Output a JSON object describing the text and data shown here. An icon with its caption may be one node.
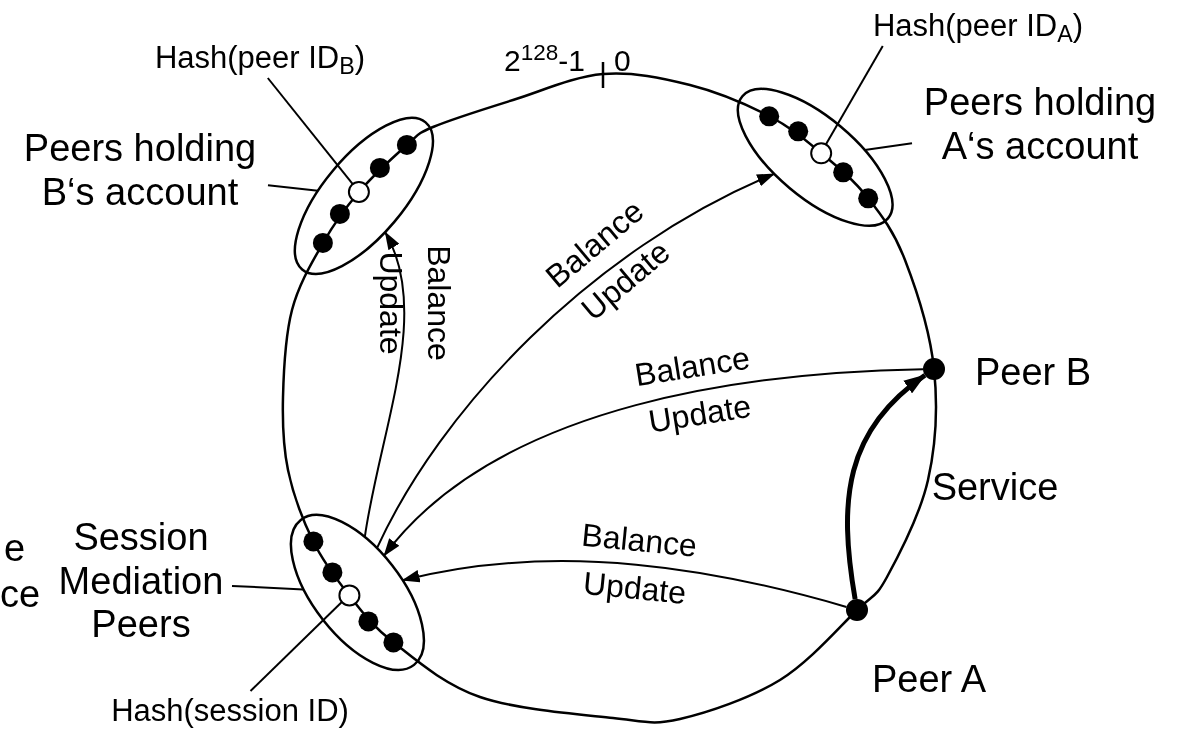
{
  "diagram": {
    "nodes": [
      {
        "text": [
          "Hash(peer ID$_{B}$)"
        ]
      },
      {
        "text": [
          "Hash(peer ID$_{A}$)"
        ]
      },
      {
        "text": [
          "Peers holding B‘s account"
        ]
      },
      {
        "text": [],
        "shape": "ellipse"
      },
      {
        "text": [],
        "shape": "circle",
        "in": 3
      },
      {
        "text": [],
        "shape": "ellipse"
      },
      {
        "text": [],
        "shape": "circle",
        "in": 5
      },
      {
        "text": [
          "Peers holding A‘s account"
        ]
      },
      {
        "text": [],
        "shape": "dot",
        "beside": [
          "Peer B"
        ]
      },
      {
        "text": [
          "Session Mediation Peers"
        ]
      },
      {
        "text": [],
        "shape": "ellipse"
      },
      {
        "text": [],
        "shape": "circle",
        "in": 10
      },
      {
        "text": [],
        "shape": "dot",
        "beside": [
          "Peer A"
        ]
      },
      {
        "text": [
          "Hash(session ID)"
        ]
      }
    ],
    "edges": [
      {
        "from": 0,
        "to": 4,
        "arrow": "none"
      },
      {
        "from": 1,
        "to": 6,
        "arrow": "none"
      },
      {
        "from": 2,
        "to": 3,
        "arrow": "none"
      },
      {
        "from": 7,
        "to": 5,
        "arrow": "none"
      },
      {
        "from": 9,
        "to": 10,
        "arrow": "none"
      },
      {
        "from": 13,
        "to": 11,
        "arrow": "none"
      },
      {
        "from": 10,
        "to": 3,
        "arrow": "to",
        "label": "Balance Update"
      },
      {
        "from": 10,
        "to": 5,
        "arrow": "to",
        "label": "Balance Update"
      },
      {
        "from": 8,
        "to": 10,
        "arrow": "to",
        "label": "Balance Update"
      },
      {
        "from": 12,
        "to": 10,
        "arrow": "to",
        "label": "Balance Update"
      },
      {
        "from": 12,
        "to": 8,
        "arrow": "to",
        "label": "Service",
        "style": "thick"
      }
    ],
    "labels": [
      "2$^{128}$-1",
      "0",
      "e",
      "ce"
    ]
  }
}
